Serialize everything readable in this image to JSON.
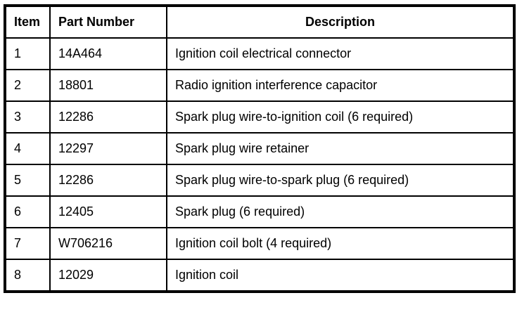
{
  "colors": {
    "border": "#000000",
    "text": "#000000",
    "background": "#ffffff"
  },
  "table": {
    "columns": [
      {
        "key": "item",
        "label": "Item"
      },
      {
        "key": "part_number",
        "label": "Part Number"
      },
      {
        "key": "description",
        "label": "Description"
      }
    ],
    "rows": [
      {
        "item": "1",
        "part_number": "14A464",
        "description": "Ignition coil electrical connector"
      },
      {
        "item": "2",
        "part_number": "18801",
        "description": "Radio ignition interference capacitor"
      },
      {
        "item": "3",
        "part_number": "12286",
        "description": "Spark plug wire-to-ignition coil (6 required)"
      },
      {
        "item": "4",
        "part_number": "12297",
        "description": "Spark plug wire retainer"
      },
      {
        "item": "5",
        "part_number": "12286",
        "description": "Spark plug wire-to-spark plug (6 required)"
      },
      {
        "item": "6",
        "part_number": "12405",
        "description": "Spark plug (6 required)"
      },
      {
        "item": "7",
        "part_number": "W706216",
        "description": "Ignition coil bolt (4 required)"
      },
      {
        "item": "8",
        "part_number": "12029",
        "description": "Ignition coil"
      }
    ]
  }
}
